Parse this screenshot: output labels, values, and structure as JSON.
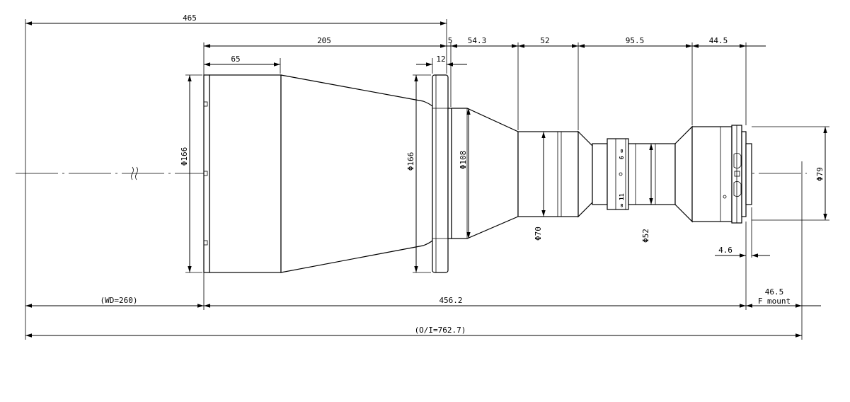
{
  "dimensions": {
    "overall_length": "465",
    "body_length": "205",
    "front_barrel": "65",
    "flange_gap": "5",
    "flange_thickness": "12",
    "seg_54": "54.3",
    "seg_52": "52",
    "seg_95": "95.5",
    "seg_44": "44.5",
    "back_focus": "4.6",
    "f_mount_distance": "46.5",
    "f_mount_label": "F mount",
    "working_distance": "(WD=260)",
    "total_track": "456.2",
    "object_to_image": "(O/I=762.7)"
  },
  "diameters": {
    "front": "Φ166",
    "flange": "Φ166",
    "cone": "Φ108",
    "mid_barrel": "Φ70",
    "focus_ring": "Φ52",
    "rear": "Φ79"
  },
  "ring_marks": {
    "top": "6 ∞",
    "bottom": "∞ 11"
  }
}
